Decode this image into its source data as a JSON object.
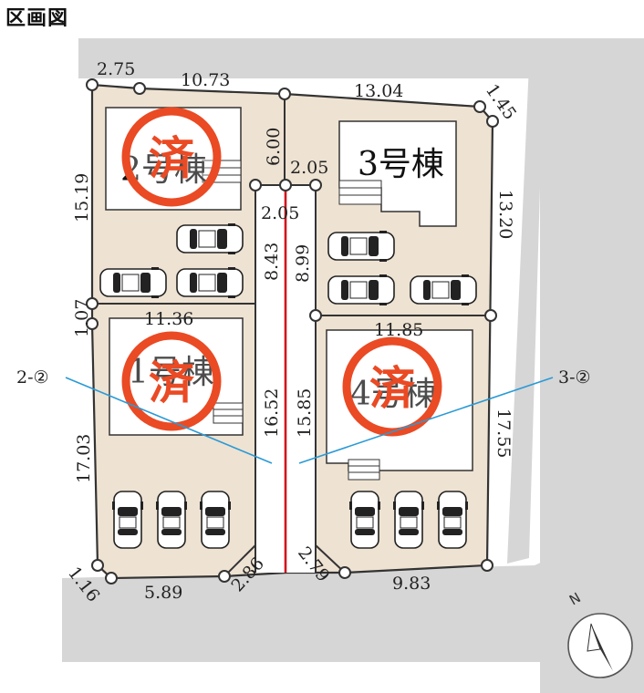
{
  "title": "区画図",
  "colors": {
    "lot_fill": "#eee2d2",
    "road_fill": "#d6d6d6",
    "boundary": "#333333",
    "driveway_line": "#d0121b",
    "sold_stamp": "#ea4a24",
    "leader_line": "#2a9ad6"
  },
  "sold_mark": "済",
  "buildings": {
    "b1": "1号棟",
    "b2": "2号棟",
    "b3": "3号棟",
    "b4": "4号棟"
  },
  "dimensions": {
    "top_left": "2.75",
    "top_mid": "10.73",
    "top_right": "13.04",
    "top_corner": "1.45",
    "left_upper": "15.19",
    "left_small": "1.07",
    "left_lower": "17.03",
    "right_upper": "13.20",
    "right_lower": "17.55",
    "driveway_top": "6.00",
    "driveway_width_outer": "2.05",
    "driveway_width_inner": "2.05",
    "driveway_left_upper": "8.43",
    "driveway_right_upper": "8.99",
    "driveway_left_lower": "16.52",
    "driveway_right_lower": "15.85",
    "lot1_top": "11.36",
    "lot4_top": "11.85",
    "bottom_left_corner": "1.16",
    "bottom_left": "5.89",
    "bottom_chamfer_left": "2.86",
    "bottom_chamfer_right": "2.79",
    "bottom_right": "9.83"
  },
  "labels": {
    "left_callout": "2-②",
    "right_callout": "3-②"
  },
  "compass": {
    "north": "N"
  }
}
